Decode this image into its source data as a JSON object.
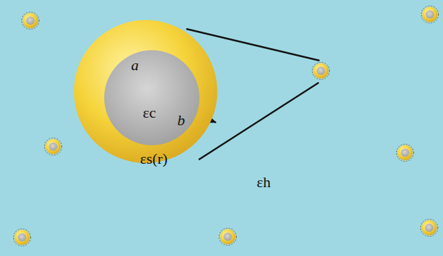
{
  "diagram": {
    "nodes": [
      {
        "text": [
          "εs(r)"
        ]
      },
      {
        "text": [
          "εc"
        ],
        "in": 0
      }
    ],
    "labels": [
      "a",
      "b",
      "εh"
    ]
  }
}
